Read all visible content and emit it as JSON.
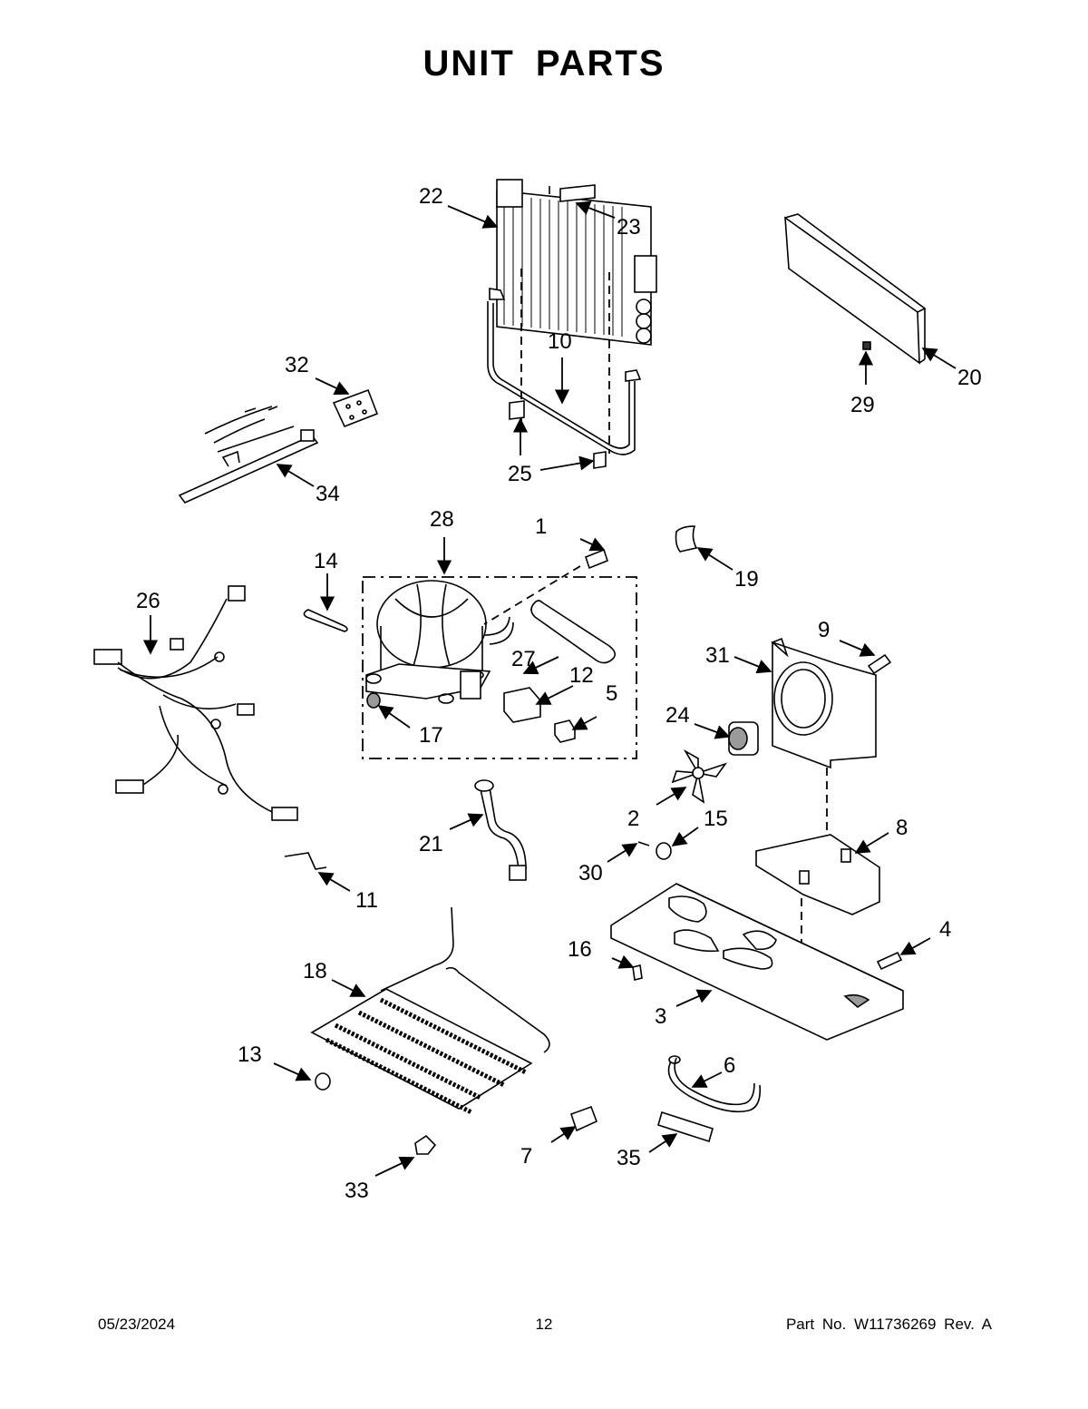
{
  "title": "UNIT PARTS",
  "footer": {
    "date": "05/23/2024",
    "page": "12",
    "part_number": "Part No.  W11736269  Rev.  A"
  },
  "callouts": [
    {
      "id": "1",
      "label": "1"
    },
    {
      "id": "2",
      "label": "2"
    },
    {
      "id": "3",
      "label": "3"
    },
    {
      "id": "4",
      "label": "4"
    },
    {
      "id": "5",
      "label": "5"
    },
    {
      "id": "6",
      "label": "6"
    },
    {
      "id": "7",
      "label": "7"
    },
    {
      "id": "8",
      "label": "8"
    },
    {
      "id": "9",
      "label": "9"
    },
    {
      "id": "10",
      "label": "10"
    },
    {
      "id": "11",
      "label": "11"
    },
    {
      "id": "12",
      "label": "12"
    },
    {
      "id": "13",
      "label": "13"
    },
    {
      "id": "14",
      "label": "14"
    },
    {
      "id": "15",
      "label": "15"
    },
    {
      "id": "16",
      "label": "16"
    },
    {
      "id": "17",
      "label": "17"
    },
    {
      "id": "18",
      "label": "18"
    },
    {
      "id": "19",
      "label": "19"
    },
    {
      "id": "20",
      "label": "20"
    },
    {
      "id": "21",
      "label": "21"
    },
    {
      "id": "22",
      "label": "22"
    },
    {
      "id": "23",
      "label": "23"
    },
    {
      "id": "24",
      "label": "24"
    },
    {
      "id": "25",
      "label": "25"
    },
    {
      "id": "26",
      "label": "26"
    },
    {
      "id": "27",
      "label": "27"
    },
    {
      "id": "28",
      "label": "28"
    },
    {
      "id": "29",
      "label": "29"
    },
    {
      "id": "30",
      "label": "30"
    },
    {
      "id": "31",
      "label": "31"
    },
    {
      "id": "32",
      "label": "32"
    },
    {
      "id": "33",
      "label": "33"
    },
    {
      "id": "34",
      "label": "34"
    },
    {
      "id": "35",
      "label": "35"
    }
  ]
}
